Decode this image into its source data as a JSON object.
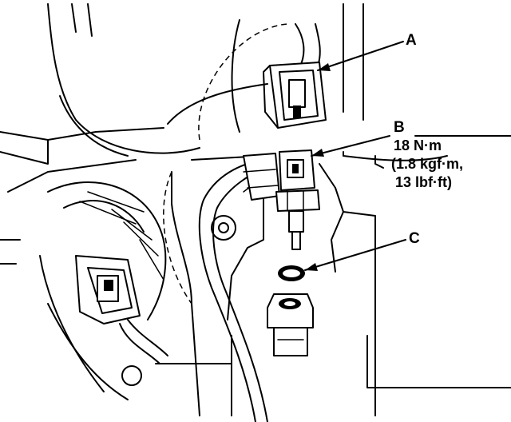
{
  "labels": {
    "a": "A",
    "b": "B",
    "c": "C"
  },
  "torque_spec": {
    "line1": "18 N·m",
    "line2": "(1.8 kgf·m,",
    "line3": "13 lbf·ft)"
  }
}
